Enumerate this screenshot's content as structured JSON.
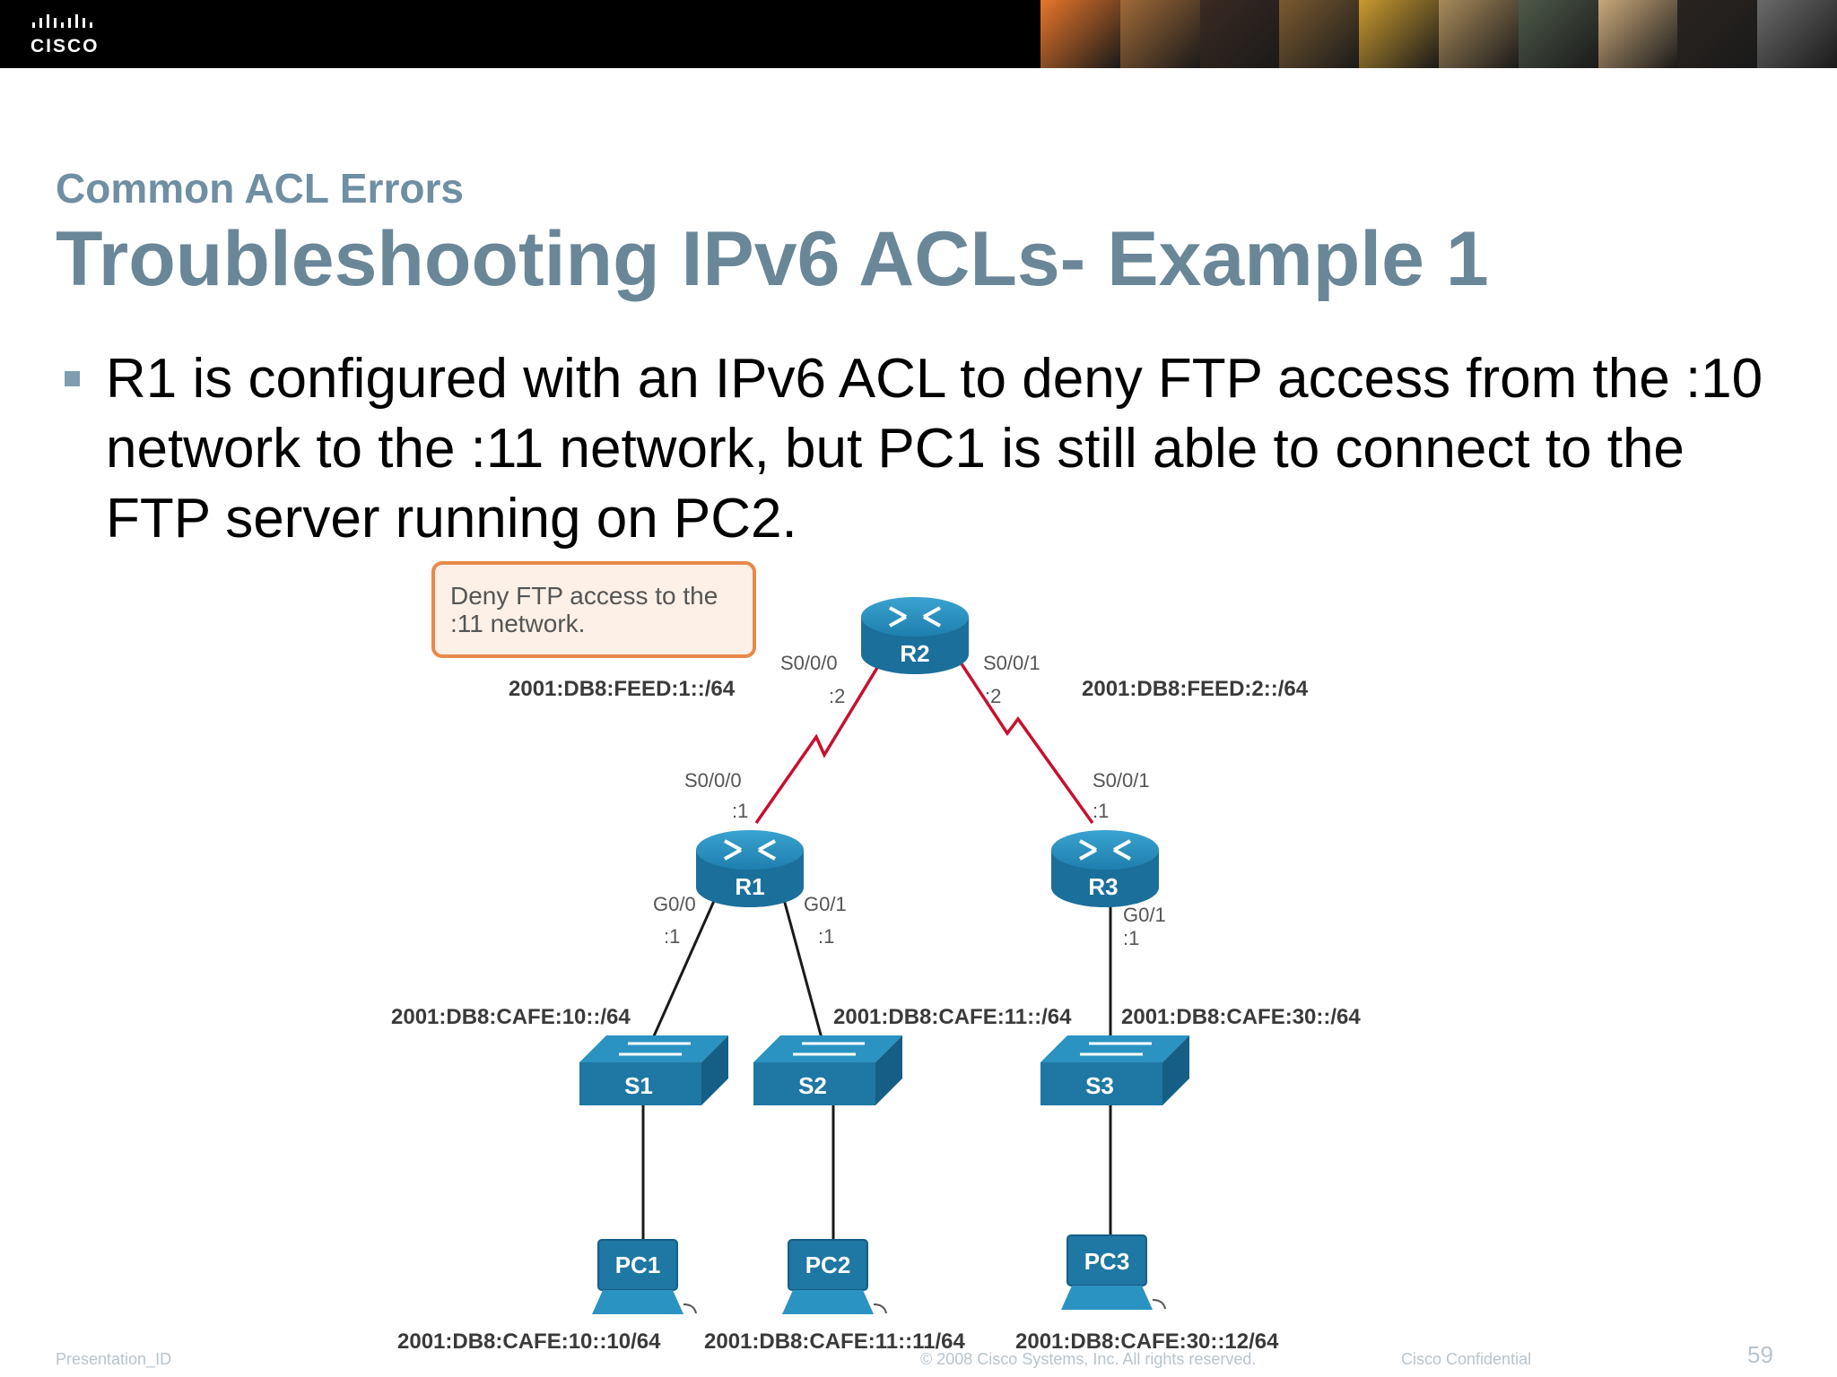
{
  "header": {
    "logo_text": "CISCO",
    "photo_colors": [
      "#e8762a",
      "#a06a38",
      "#3b2a22",
      "#7a5a30",
      "#c99a2e",
      "#a88a5a",
      "#4e5a4a",
      "#c9a87a",
      "#2a2420",
      "#6a6a6a"
    ]
  },
  "slide": {
    "subtitle": "Common ACL Errors",
    "title": "Troubleshooting IPv6 ACLs- Example 1",
    "bullet": "R1 is configured with an IPv6 ACL to deny FTP access from the :10 network to the :11 network, but PC1 is still able to connect to the FTP server running on PC2."
  },
  "diagram": {
    "callout": {
      "line1": "Deny FTP access to the",
      "line2": ":11 network."
    },
    "devices": {
      "r1": "R1",
      "r2": "R2",
      "r3": "R3",
      "s1": "S1",
      "s2": "S2",
      "s3": "S3",
      "pc1": "PC1",
      "pc2": "PC2",
      "pc3": "PC3"
    },
    "interfaces": {
      "r2_s000": "S0/0/0",
      "r2_s000_addr": ":2",
      "r2_s001": "S0/0/1",
      "r2_s001_addr": ":2",
      "r1_s000": "S0/0/0",
      "r1_s000_addr": ":1",
      "r3_s001": "S0/0/1",
      "r3_s001_addr": ":1",
      "r1_g00": "G0/0",
      "r1_g00_addr": ":1",
      "r1_g01": "G0/1",
      "r1_g01_addr": ":1",
      "r3_g01": "G0/1",
      "r3_g01_addr": ":1"
    },
    "networks": {
      "feed1": "2001:DB8:FEED:1::/64",
      "feed2": "2001:DB8:FEED:2::/64",
      "cafe10": "2001:DB8:CAFE:10::/64",
      "cafe11": "2001:DB8:CAFE:11::/64",
      "cafe30": "2001:DB8:CAFE:30::/64"
    },
    "hosts": {
      "pc1": "2001:DB8:CAFE:10::10/64",
      "pc2": "2001:DB8:CAFE:11::11/64",
      "pc3": "2001:DB8:CAFE:30::12/64"
    },
    "colors": {
      "device_blue": "#1f77a3",
      "device_top": "#2b93c2",
      "serial_link": "#c8102e",
      "ethernet_link": "#1a1a1a",
      "callout_border": "#e8894a",
      "callout_fill": "#fdf0e6"
    }
  },
  "footer": {
    "left": "Presentation_ID",
    "center": "© 2008 Cisco Systems, Inc. All rights reserved.",
    "right": "Cisco Confidential",
    "page": "59"
  }
}
